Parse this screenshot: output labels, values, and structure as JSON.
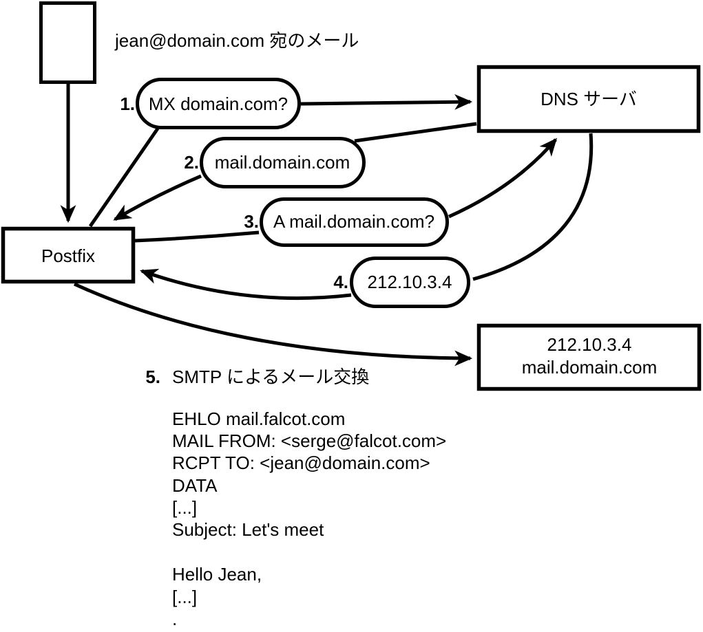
{
  "diagram": {
    "title": "jean@domain.com 宛のメール",
    "nodes": {
      "postfix": "Postfix",
      "dns_server": "DNS サーバ",
      "mail_server_line1": "212.10.3.4",
      "mail_server_line2": "mail.domain.com"
    },
    "steps": [
      {
        "num": "1.",
        "label": "MX domain.com?"
      },
      {
        "num": "2.",
        "label": "mail.domain.com"
      },
      {
        "num": "3.",
        "label": "A mail.domain.com?"
      },
      {
        "num": "4.",
        "label": "212.10.3.4"
      },
      {
        "num": "5.",
        "label": "SMTP によるメール交換"
      }
    ],
    "smtp_session": [
      "EHLO mail.falcot.com",
      "MAIL FROM: <serge@falcot.com>",
      "RCPT TO: <jean@domain.com>",
      "DATA",
      "[...]",
      "Subject: Let's meet",
      "",
      "Hello Jean,",
      "[...]",
      "."
    ],
    "colors": {
      "stroke": "#000000",
      "fill": "#ffffff"
    }
  }
}
